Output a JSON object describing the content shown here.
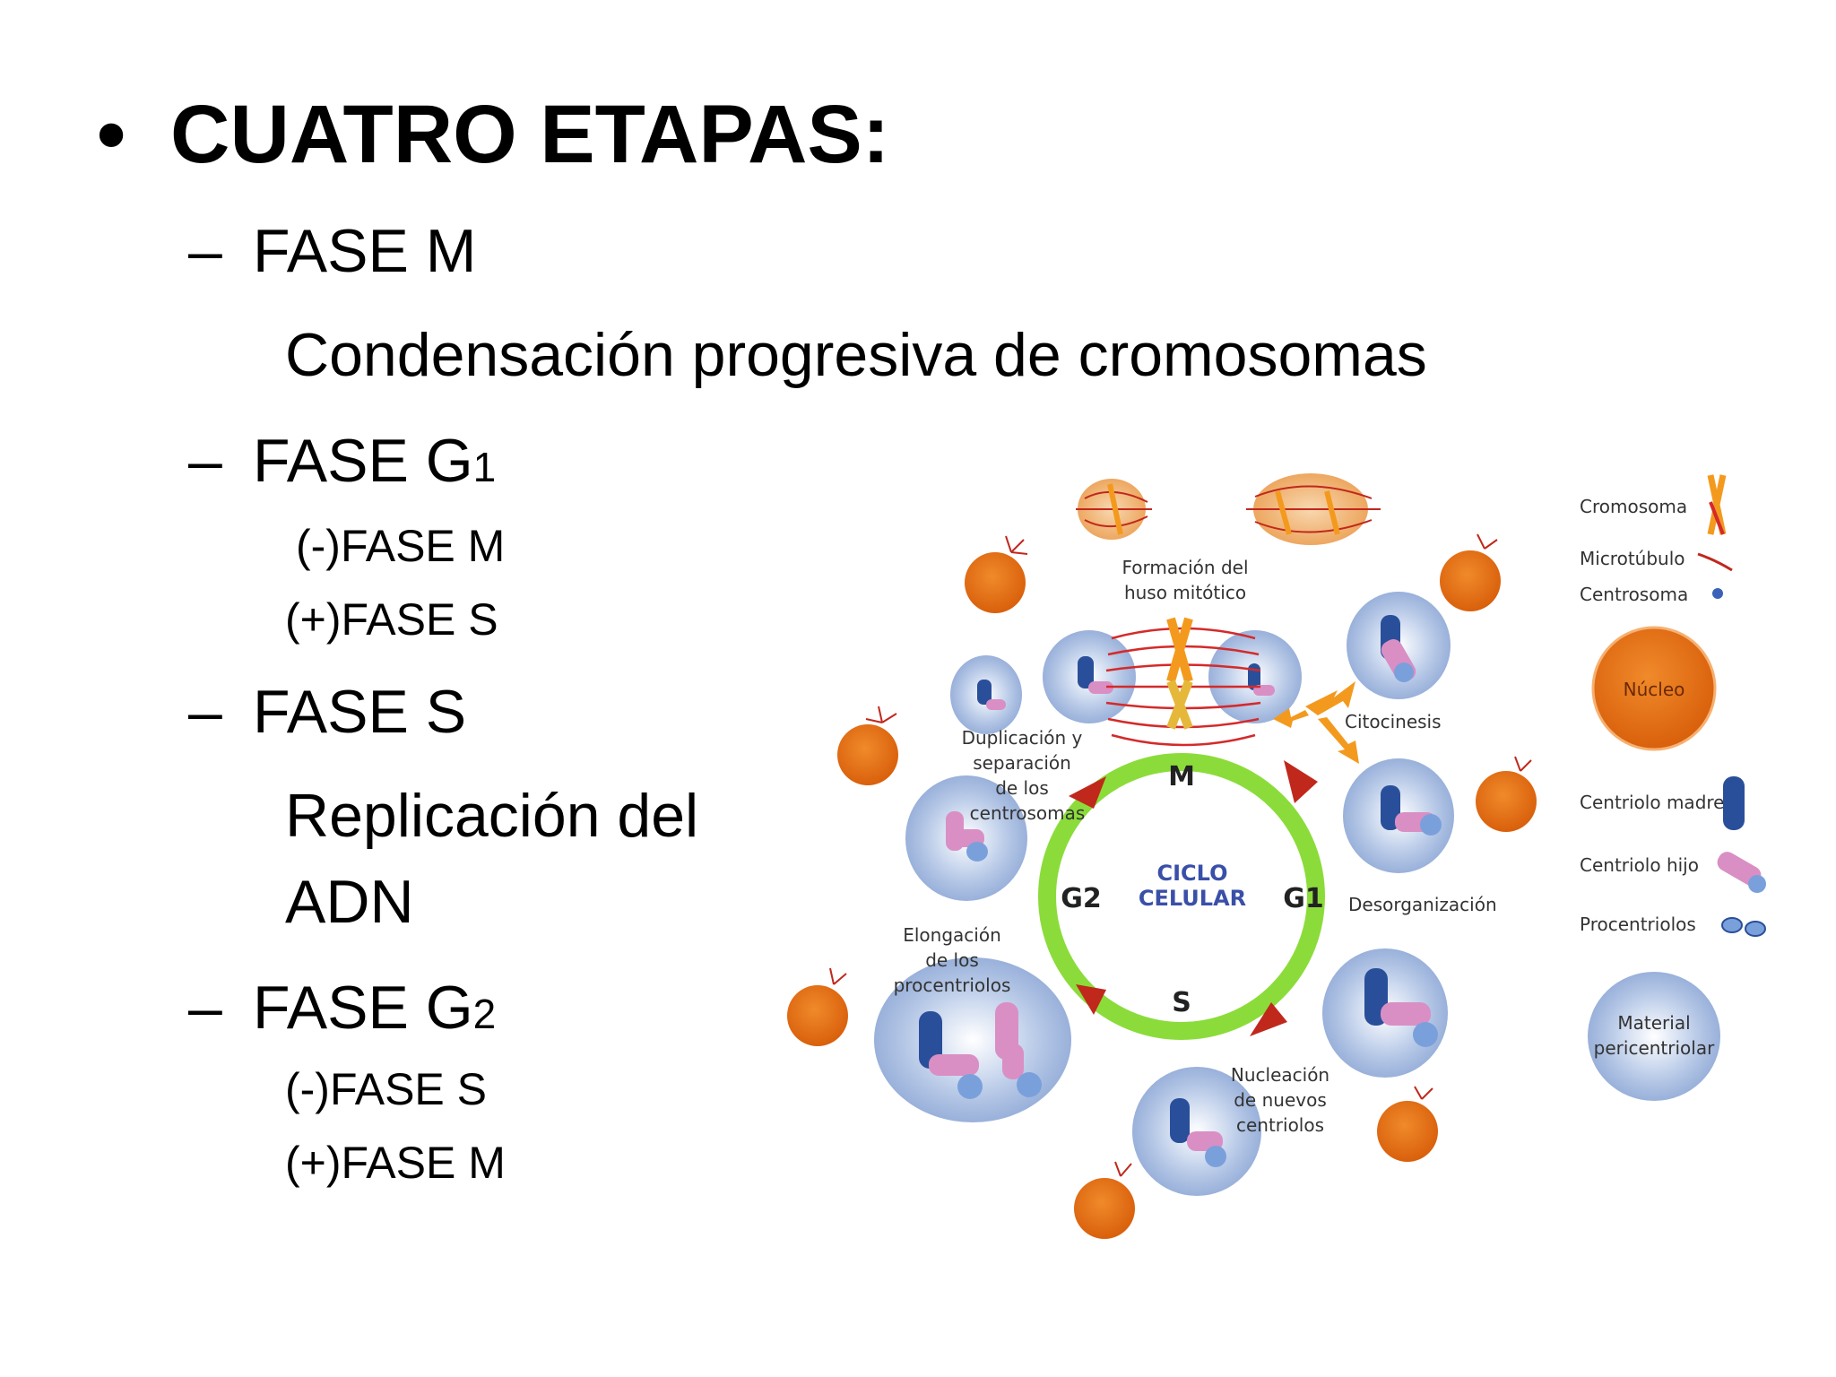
{
  "slide": {
    "bullet": "•",
    "title": "CUATRO ETAPAS:",
    "dash": "–",
    "items": [
      {
        "label": "FASE M",
        "note": "Condensación progresiva de cromosomas"
      },
      {
        "label_main": "FASE G",
        "label_sub": "1",
        "points": [
          "(-)FASE M",
          "(+)FASE S"
        ]
      },
      {
        "label": "FASE S",
        "note_lines": [
          "Replicación del",
          "ADN"
        ]
      },
      {
        "label_main": "FASE G",
        "label_sub": "2",
        "points": [
          "(-)FASE S",
          "(+)FASE M"
        ]
      }
    ]
  },
  "diagram": {
    "center": [
      "CICLO",
      "CELULAR"
    ],
    "phases": {
      "m": "M",
      "g1": "G1",
      "s": "S",
      "g2": "G2"
    },
    "labels": {
      "huso": [
        "Formación del",
        "huso mitótico"
      ],
      "citocinesis": "Citocinesis",
      "desorganizacion": "Desorganización",
      "nucleacion": [
        "Nucleación",
        "de nuevos",
        "centriolos"
      ],
      "elongacion": [
        "Elongación",
        "de los",
        "procentriolos"
      ],
      "duplicacion": [
        "Duplicación y",
        "separación",
        "de los",
        "centrosomas"
      ]
    },
    "legend": {
      "cromosoma": "Cromosoma",
      "microtubulo": "Microtúbulo",
      "centrosoma": "Centrosoma",
      "nucleo": "Núcleo",
      "centriolo_madre": "Centriolo madre",
      "centriolo_hijo": "Centriolo hijo",
      "procentriolos": "Procentriolos",
      "material": [
        "Material",
        "pericentriolar"
      ]
    },
    "colors": {
      "ring": "#8bdc3a",
      "nucleus": "#e36e12",
      "arrow": "#c0281c",
      "blue_cell": "#9fb6dc",
      "center_text": "#3a4fa8",
      "mother_centriole": "#2a4f9a",
      "daughter_centriole": "#d98fc4",
      "orange_arrow": "#f39a1e"
    }
  }
}
